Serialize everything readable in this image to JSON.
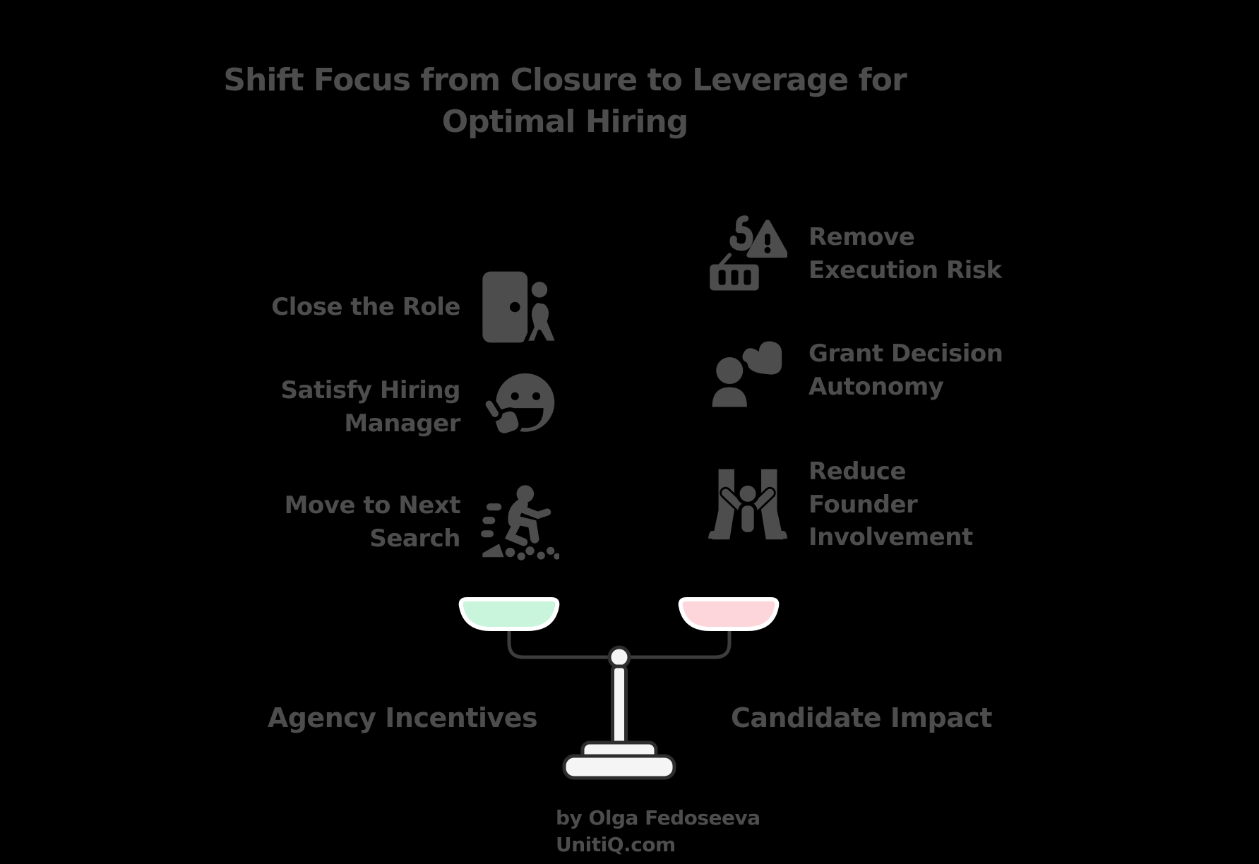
{
  "colors": {
    "background": "#000000",
    "text": "#4d4d4d",
    "beam": "#3d3d3d",
    "stand_fill": "#f5f5f5",
    "stand_stroke": "#2e2e2e",
    "pan_left_fill": "#c9f5dc",
    "pan_right_fill": "#fcd6da",
    "pan_border": "#ffffff"
  },
  "title": "Shift Focus from Closure to Leverage for\nOptimal Hiring",
  "left_column": {
    "items": [
      {
        "label": "Close the Role",
        "icon": "door-exit-icon"
      },
      {
        "label": "Satisfy Hiring\nManager",
        "icon": "thumbs-up-smiley-icon"
      },
      {
        "label": "Move to Next\nSearch",
        "icon": "running-person-icon"
      }
    ]
  },
  "right_column": {
    "items": [
      {
        "label": "Remove\nExecution Risk",
        "icon": "crane-warning-icon"
      },
      {
        "label": "Grant Decision\nAutonomy",
        "icon": "grant-hand-icon"
      },
      {
        "label": "Reduce\nFounder\nInvolvement",
        "icon": "person-pillars-icon"
      }
    ]
  },
  "scale": {
    "left_label": "Agency Incentives",
    "right_label": "Candidate Impact"
  },
  "attribution": {
    "line1": "by Olga Fedoseeva",
    "line2": "UnitiQ.com"
  }
}
